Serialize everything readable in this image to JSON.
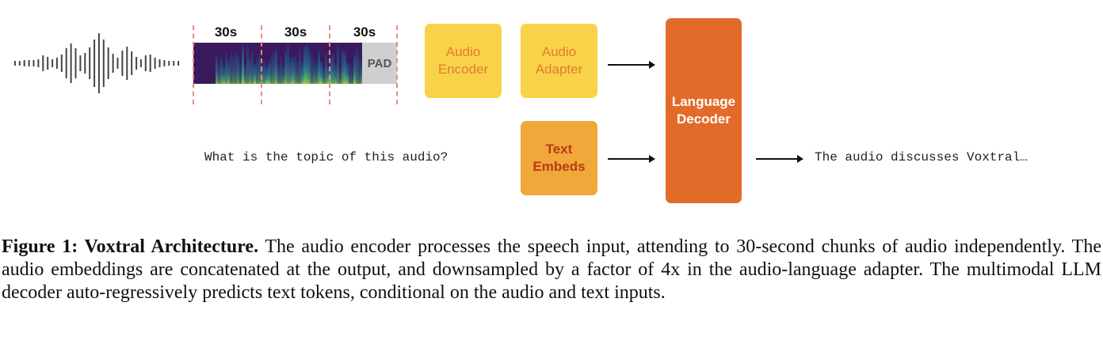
{
  "diagram": {
    "input_audio": {
      "icon": "waveform-icon"
    },
    "chunks": {
      "labels": [
        "30s",
        "30s",
        "30s"
      ],
      "pad_label": "PAD",
      "colors": {
        "spectrogram_dark": "#3b1a5e",
        "spectrogram_mid": "#2c6e8e",
        "spectrogram_bright": "#7ccf5a",
        "pad": "#cfcfcf",
        "chunk_boundary": "#e88a86"
      }
    },
    "blocks": {
      "audio_encoder": {
        "line1": "Audio",
        "line2": "Encoder",
        "color": "#f8d34a",
        "text_color": "#e07d2a"
      },
      "audio_adapter": {
        "line1": "Audio",
        "line2": "Adapter",
        "color": "#f8d34a",
        "text_color": "#e07d2a"
      },
      "text_embeds": {
        "line1": "Text",
        "line2": "Embeds",
        "color": "#f0a83a",
        "text_color": "#b83a14"
      },
      "language_decoder": {
        "line1": "Language",
        "line2": "Decoder",
        "color": "#e36b2a",
        "text_color": "#ffffff"
      }
    },
    "text_input": "What is the topic of this audio?",
    "text_output": "The audio discusses Voxtral…"
  },
  "caption": {
    "label": "Figure 1: Voxtral Architecture.",
    "text": " The audio encoder processes the speech input, attending to 30-second chunks of audio independently. The audio embeddings are concatenated at the output, and downsampled by a factor of 4x in the audio-language adapter.  The multimodal LLM decoder auto-regressively predicts text tokens, conditional on the audio and text inputs."
  }
}
